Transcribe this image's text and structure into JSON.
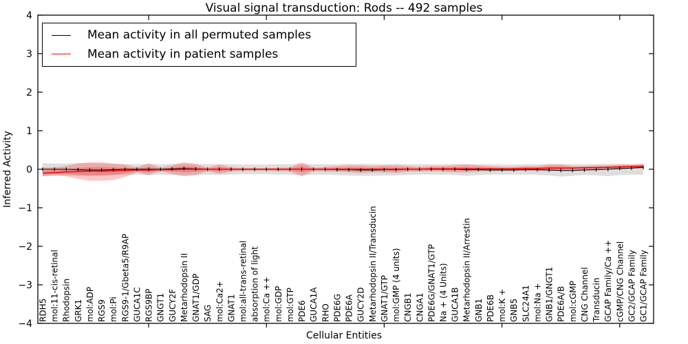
{
  "title": "Visual signal transduction: Rods -- 492 samples",
  "axes": {
    "ylabel": "Inferred Activity",
    "xlabel": "Cellular Entities",
    "yticklabels": [
      "4",
      "3",
      "2",
      "1",
      "0",
      "−1",
      "−2",
      "−3",
      "−4"
    ],
    "ytick_values": [
      4,
      3,
      2,
      1,
      0,
      -1,
      -2,
      -3,
      -4
    ],
    "xtick_indices": [
      9,
      19,
      29,
      39,
      49
    ]
  },
  "legend": {
    "items": [
      {
        "label": "Mean activity in all permuted samples",
        "color": "#000000"
      },
      {
        "label": "Mean activity in patient samples",
        "color": "#ff0000"
      }
    ]
  },
  "colors": {
    "permuted_line": "#000000",
    "patient_line": "#ff0000",
    "permuted_band": "rgba(0,0,0,0.13)",
    "patient_band": "rgba(255,0,0,0.22)"
  },
  "chart_data": {
    "type": "line",
    "title": "Visual signal transduction: Rods -- 492 samples",
    "xlabel": "Cellular Entities",
    "ylabel": "Inferred Activity",
    "ylim": [
      -4,
      4
    ],
    "grid": false,
    "legend_position": "upper left",
    "categories": [
      "RDH5",
      "mol:11-cis-retinal",
      "Rhodopsin",
      "GRK1",
      "mol:ADP",
      "RGS9",
      "mol:Pi",
      "RGS9-1/Gbeta5/R9AP",
      "GUCA1C",
      "RGS9BP",
      "GNGT1",
      "GUCY2F",
      "Metarhodopsin II",
      "GNAT1/GDP",
      "SAG",
      "mol:Ca2+",
      "GNAT1",
      "mol:all-trans-retinal",
      "absorption of light",
      "mol:Ca ++",
      "mol:GDP",
      "mol:GTP",
      "PDE6",
      "GUCA1A",
      "RHO",
      "PDE6G",
      "PDE6A",
      "GUCY2D",
      "Metarhodopsin II/Transducin",
      "GNAT1/GTP",
      "mol:GMP (4 units)",
      "CNGB1",
      "CNGA1",
      "PDE6G/GNAT1/GTP",
      "Na + (4 Units)",
      "GUCA1B",
      "Metarhodopsin II/Arrestin",
      "GNB1",
      "PDE6B",
      "mol:K +",
      "GNB5",
      "SLC24A1",
      "mol:Na +",
      "GNB1/GNGT1",
      "PDE6A/B",
      "mol:cGMP",
      "CNG Channel",
      "Transducin",
      "GCAP Family/Ca ++",
      "cGMP/CNG Channel",
      "GC2/GCAP Family",
      "GC1/GCAP Family"
    ],
    "series": [
      {
        "name": "Mean activity in all permuted samples",
        "color": "#000000",
        "values": [
          0,
          0,
          0,
          -0.01,
          -0.02,
          -0.02,
          -0.01,
          0,
          0,
          0,
          0,
          0.01,
          0.02,
          0.01,
          0,
          0,
          0,
          0,
          0,
          0,
          0,
          0,
          0,
          0,
          0,
          -0.01,
          -0.01,
          -0.02,
          -0.02,
          -0.01,
          -0.01,
          0,
          0,
          0,
          0,
          0,
          -0.01,
          -0.01,
          -0.02,
          -0.02,
          -0.02,
          -0.01,
          -0.01,
          -0.02,
          -0.03,
          -0.03,
          -0.02,
          -0.01,
          0,
          0.02,
          0.03,
          0.05
        ],
        "band_upper": [
          0.16,
          0.15,
          0.15,
          0.16,
          0.16,
          0.15,
          0.14,
          0.14,
          0.13,
          0.14,
          0.13,
          0.14,
          0.15,
          0.14,
          0.13,
          0.14,
          0.13,
          0.12,
          0.12,
          0.12,
          0.13,
          0.13,
          0.14,
          0.13,
          0.13,
          0.13,
          0.14,
          0.14,
          0.14,
          0.13,
          0.14,
          0.13,
          0.13,
          0.13,
          0.13,
          0.14,
          0.14,
          0.13,
          0.13,
          0.12,
          0.12,
          0.13,
          0.13,
          0.14,
          0.14,
          0.13,
          0.13,
          0.13,
          0.14,
          0.14,
          0.13,
          0.14
        ],
        "band_lower": [
          -0.18,
          -0.17,
          -0.16,
          -0.17,
          -0.17,
          -0.16,
          -0.15,
          -0.15,
          -0.14,
          -0.15,
          -0.14,
          -0.15,
          -0.16,
          -0.15,
          -0.14,
          -0.15,
          -0.14,
          -0.13,
          -0.13,
          -0.13,
          -0.14,
          -0.14,
          -0.16,
          -0.14,
          -0.14,
          -0.15,
          -0.16,
          -0.17,
          -0.17,
          -0.16,
          -0.16,
          -0.15,
          -0.14,
          -0.14,
          -0.14,
          -0.15,
          -0.17,
          -0.15,
          -0.14,
          -0.14,
          -0.14,
          -0.14,
          -0.14,
          -0.16,
          -0.19,
          -0.17,
          -0.15,
          -0.16,
          -0.18,
          -0.15,
          -0.14,
          -0.14
        ]
      },
      {
        "name": "Mean activity in patient samples",
        "color": "#ff0000",
        "values": [
          -0.1,
          -0.09,
          -0.07,
          -0.06,
          -0.05,
          -0.05,
          -0.04,
          -0.03,
          -0.02,
          -0.02,
          -0.01,
          -0.01,
          0,
          0,
          0,
          0,
          0,
          0,
          0,
          0,
          0,
          0,
          0,
          0,
          0,
          0,
          0,
          0,
          0,
          0,
          0,
          0,
          0,
          0.01,
          0.01,
          0.01,
          0.01,
          0.01,
          0.01,
          0.01,
          0.01,
          0.02,
          0.02,
          0.03,
          0.03,
          0.03,
          0.04,
          0.04,
          0.05,
          0.06,
          0.07,
          0.08
        ],
        "band_upper": [
          0.04,
          0.05,
          0.08,
          0.15,
          0.18,
          0.18,
          0.15,
          0.12,
          0.05,
          0.15,
          0.04,
          0.1,
          0.18,
          0.14,
          0.04,
          0.12,
          0.05,
          0.03,
          0.03,
          0.03,
          0.04,
          0.05,
          0.18,
          0.04,
          0.06,
          0.08,
          0.1,
          0.1,
          0.08,
          0.1,
          0.1,
          0.08,
          0.06,
          0.08,
          0.08,
          0.1,
          0.12,
          0.1,
          0.08,
          0.06,
          0.06,
          0.08,
          0.08,
          0.12,
          0.12,
          0.08,
          0.08,
          0.1,
          0.1,
          0.12,
          0.12,
          0.14
        ],
        "band_lower": [
          -0.18,
          -0.16,
          -0.18,
          -0.25,
          -0.3,
          -0.3,
          -0.28,
          -0.2,
          -0.08,
          -0.15,
          -0.05,
          -0.12,
          -0.18,
          -0.15,
          -0.05,
          -0.12,
          -0.06,
          -0.04,
          -0.04,
          -0.04,
          -0.05,
          -0.06,
          -0.18,
          -0.05,
          -0.06,
          -0.06,
          -0.08,
          -0.1,
          -0.08,
          -0.08,
          -0.1,
          -0.06,
          -0.06,
          -0.05,
          -0.06,
          -0.08,
          -0.08,
          -0.06,
          -0.05,
          -0.04,
          -0.04,
          -0.04,
          -0.04,
          -0.05,
          -0.04,
          -0.03,
          -0.02,
          -0.02,
          0.0,
          0.0,
          0.02,
          0.02
        ]
      }
    ]
  }
}
